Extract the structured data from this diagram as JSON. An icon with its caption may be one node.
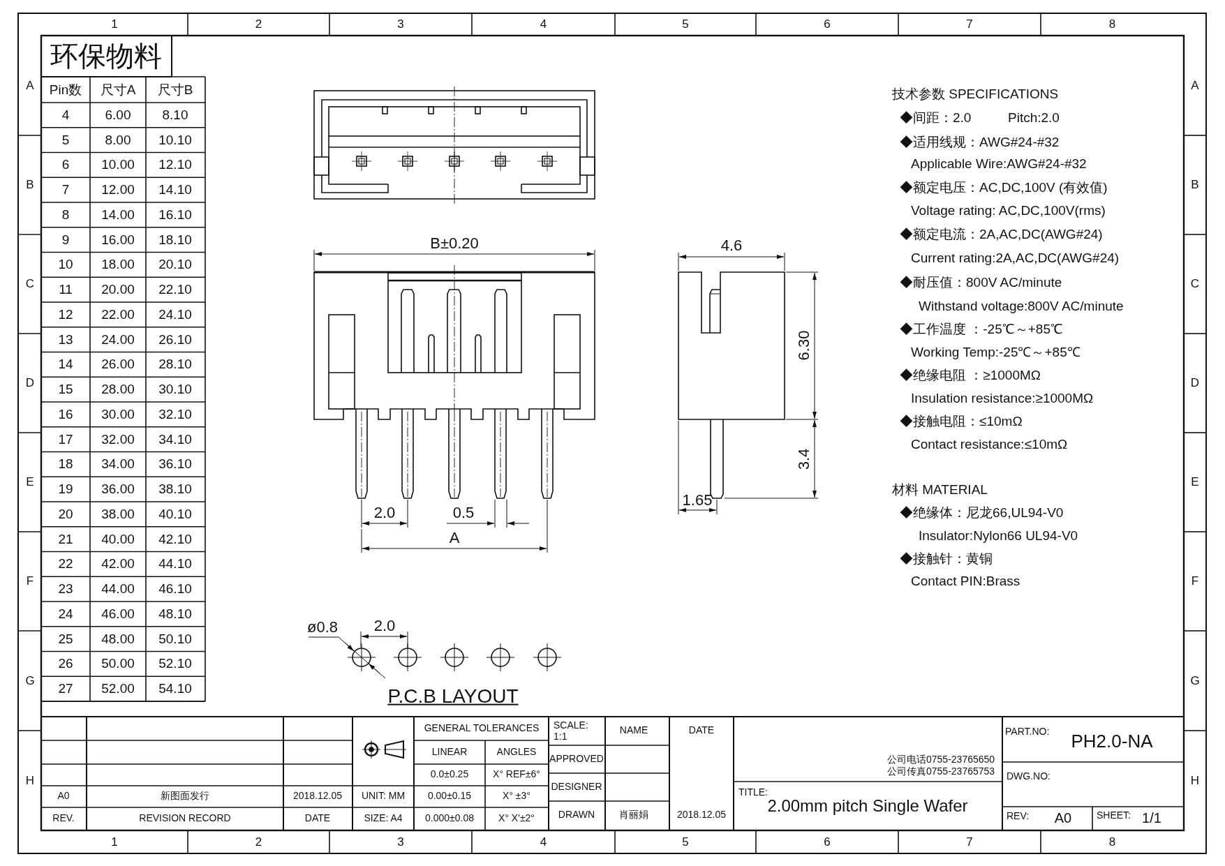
{
  "diagram": {
    "title": "2.00mm pitch Single Wafer",
    "labels": [
      "1",
      "2",
      "3",
      "4",
      "5",
      "6",
      "7",
      "8",
      "A",
      "B",
      "C",
      "D",
      "E",
      "F",
      "G",
      "H",
      "A",
      "B",
      "C",
      "D",
      "E",
      "F",
      "G",
      "H",
      "环保物料",
      "Pin数",
      "尺寸A",
      "尺寸B",
      "4",
      "6.00",
      "8.10",
      "5",
      "8.00",
      "10.10",
      "6",
      "10.00",
      "12.10",
      "7",
      "12.00",
      "14.10",
      "8",
      "14.00",
      "16.10",
      "9",
      "16.00",
      "18.10",
      "10",
      "18.00",
      "20.10",
      "11",
      "20.00",
      "22.10",
      "12",
      "22.00",
      "24.10",
      "13",
      "24.00",
      "26.10",
      "14",
      "26.00",
      "28.10",
      "15",
      "28.00",
      "30.10",
      "16",
      "30.00",
      "32.10",
      "17",
      "32.00",
      "34.10",
      "18",
      "34.00",
      "36.10",
      "19",
      "36.00",
      "38.10",
      "20",
      "38.00",
      "40.10",
      "21",
      "40.00",
      "42.10",
      "22",
      "42.00",
      "44.10",
      "23",
      "44.00",
      "46.10",
      "24",
      "46.00",
      "48.10",
      "25",
      "48.00",
      "50.10",
      "26",
      "50.00",
      "52.10",
      "27",
      "52.00",
      "54.10",
      "B±0.20",
      "4.6",
      "6.30",
      "3.4",
      "1.65",
      "2.0",
      "0.5",
      "A",
      "ø0.8",
      "2.0",
      "P.C.B LAYOUT",
      "技术参数 SPECIFICATIONS",
      "◆间距：2.0",
      "Pitch:2.0",
      "◆适用线规：AWG#24-#32",
      "Applicable Wire:AWG#24-#32",
      "◆额定电压：AC,DC,100V (有效值)",
      "Voltage rating: AC,DC,100V(rms)",
      "◆额定电流：2A,AC,DC(AWG#24)",
      "Current rating:2A,AC,DC(AWG#24)",
      "◆耐压值：800V AC/minute",
      "Withstand voltage:800V AC/minute",
      "◆工作温度 ：-25℃～+85℃",
      "Working Temp:-25℃～+85℃",
      "◆绝缘电阻 ：≥1000MΩ",
      "Insulation resistance:≥1000MΩ",
      "◆接触电阻：≤10mΩ",
      "Contact resistance:≤10mΩ",
      "材料 MATERIAL",
      "◆绝缘体：尼龙66,UL94-V0",
      "Insulator:Nylon66 UL94-V0",
      "◆接触针：黄铜",
      "Contact PIN:Brass",
      "GENERAL TOLERANCES",
      "SCALE: 1:1",
      "NAME",
      "DATE",
      "LINEAR",
      "ANGLES",
      "APPROVED",
      "0.0±0.25",
      "X° REF±6°",
      "DESIGNER",
      "A0",
      "新图面发行",
      "2018.12.05",
      "UNIT: MM",
      "0.00±0.15",
      "X° ±3°",
      "REV.",
      "REVISION RECORD",
      "DATE",
      "SIZE: A4",
      "0.000±0.08",
      "X° X'±2°",
      "DRAWN",
      "肖丽娟",
      "2018.12.05",
      "公司电话0755-23765650",
      "公司传真0755-23765753",
      "TITLE:",
      "PART.NO:",
      "PH2.0-NA",
      "DWG.NO:",
      "REV:",
      "A0",
      "SHEET:",
      "1/1",
      "1",
      "2",
      "3",
      "4",
      "5",
      "6",
      "7",
      "8"
    ]
  }
}
